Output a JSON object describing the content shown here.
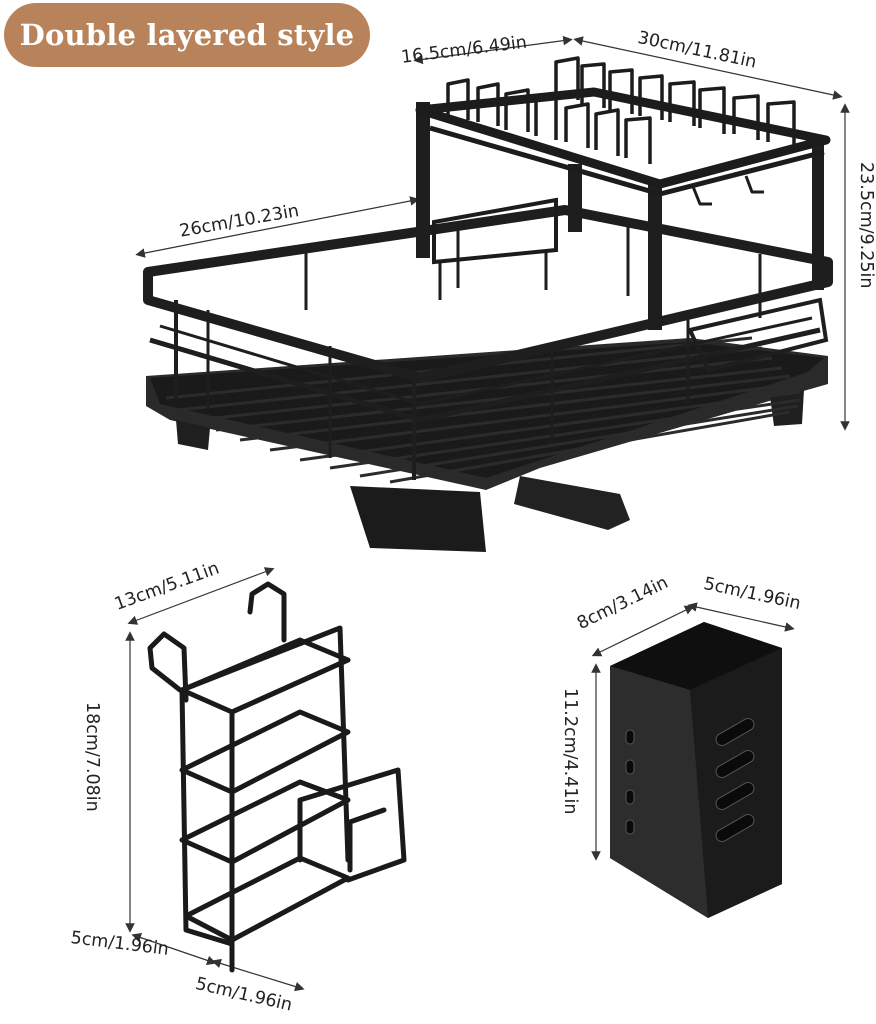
{
  "badge": {
    "label": "Double layered style",
    "color": "#b8835a"
  },
  "dimensions": {
    "rack_top_width": "16.5cm/6.49in",
    "rack_top_length": "30cm/11.81in",
    "rack_bottom_width": "26cm/10.23in",
    "rack_height": "23.5cm/9.25in",
    "holder_width": "13cm/5.11in",
    "holder_height": "18cm/7.08in",
    "holder_depth_left": "5cm/1.96in",
    "holder_depth_right": "5cm/1.96in",
    "cup_length": "8cm/3.14in",
    "cup_width": "5cm/1.96in",
    "cup_height": "11.2cm/4.41in"
  },
  "product_color": "#1f1f1f"
}
